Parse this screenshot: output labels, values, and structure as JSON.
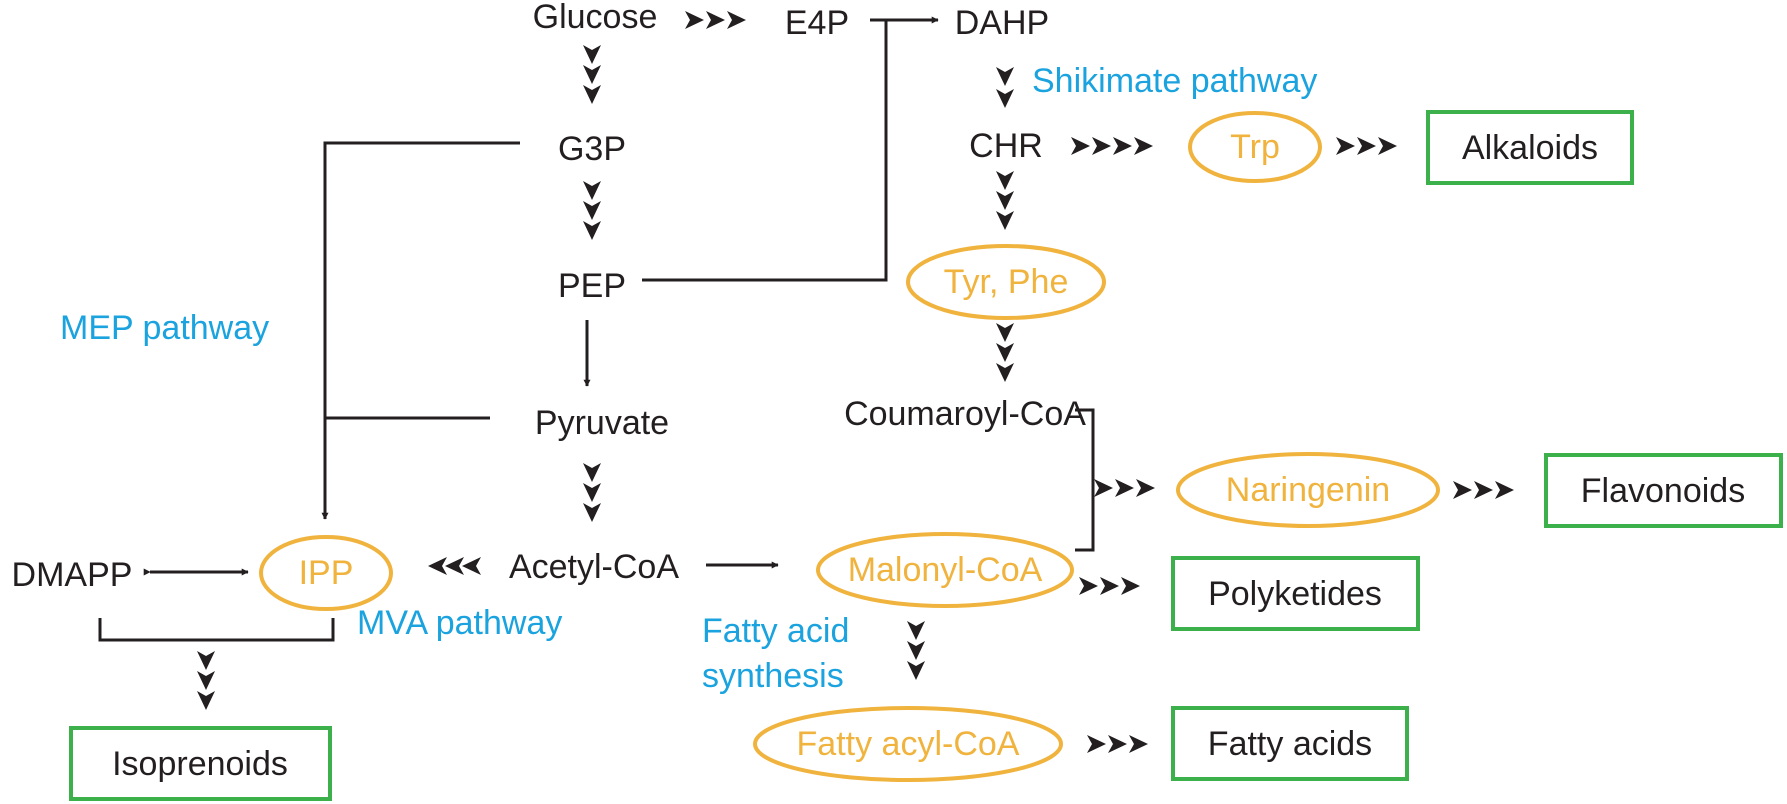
{
  "colors": {
    "metabolite_text": "#231f20",
    "intermediate_text": "#f0b33e",
    "pathway_label": "#1aa3de",
    "product_box": "#3cb04a",
    "arrow": "#231f20"
  },
  "metabolites": {
    "glucose": "Glucose",
    "e4p": "E4P",
    "dahp": "DAHP",
    "chr": "CHR",
    "g3p": "G3P",
    "pep": "PEP",
    "pyruvate": "Pyruvate",
    "coumaroyl_coa": "Coumaroyl-CoA",
    "acetyl_coa": "Acetyl-CoA",
    "dmapp": "DMAPP"
  },
  "intermediates": {
    "trp": "Trp",
    "tyr_phe": "Tyr, Phe",
    "naringenin": "Naringenin",
    "ipp": "IPP",
    "malonyl_coa": "Malonyl-CoA",
    "fatty_acyl_coa": "Fatty acyl-CoA"
  },
  "pathways": {
    "shikimate": "Shikimate pathway",
    "mep": "MEP pathway",
    "mva": "MVA pathway",
    "fatty_acid_line1": "Fatty acid",
    "fatty_acid_line2": "synthesis"
  },
  "products": {
    "alkaloids": "Alkaloids",
    "flavonoids": "Flavonoids",
    "polyketides": "Polyketides",
    "fatty_acids": "Fatty acids",
    "isoprenoids": "Isoprenoids"
  }
}
